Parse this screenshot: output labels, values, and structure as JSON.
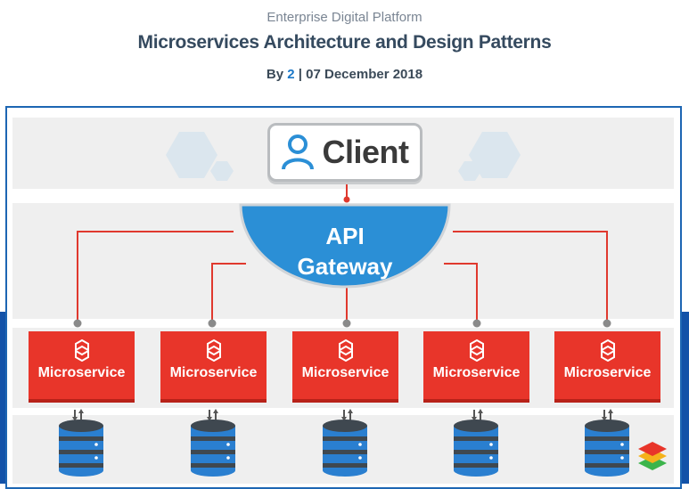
{
  "header": {
    "kicker": "Enterprise Digital Platform",
    "title": "Microservices Architecture and Design Patterns",
    "byline_prefix": "By",
    "author": "2",
    "byline_separator": "|",
    "date": "07 December 2018"
  },
  "diagram": {
    "client_label": "Client",
    "gateway_line1": "API",
    "gateway_line2": "Gateway",
    "microservices": [
      "Microservice",
      "Microservice",
      "Microservice",
      "Microservice",
      "Microservice"
    ],
    "colors": {
      "gateway_blue": "#2b8fd6",
      "microservice_red": "#e8352a",
      "connector_red": "#e0392e",
      "database_blue": "#2a7fd0",
      "page_band_blue": "#1352a8"
    },
    "icons": [
      "user-icon",
      "hexagon-cluster-icon",
      "sync-arrows-icon",
      "database-icon",
      "layers-logo-icon"
    ]
  }
}
